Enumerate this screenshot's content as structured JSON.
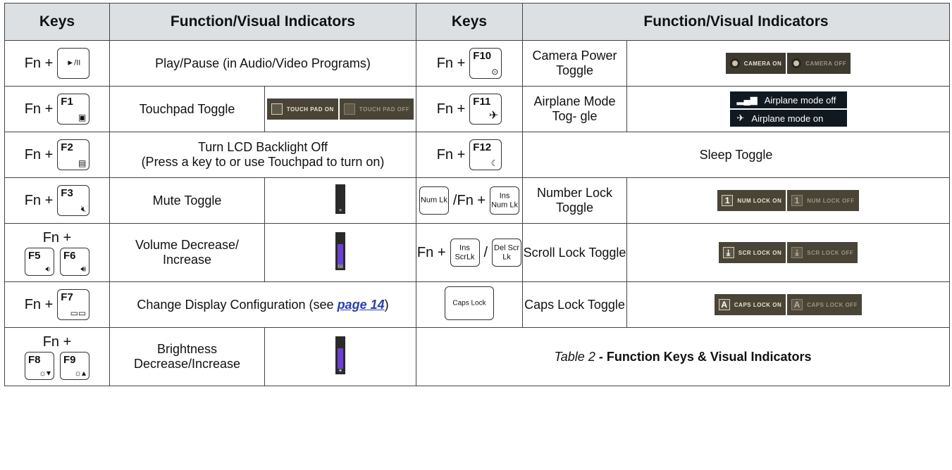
{
  "headers": {
    "keys": "Keys",
    "function": "Function/Visual Indicators"
  },
  "fn_prefix": "Fn +",
  "rows": {
    "play": {
      "key_icon": "►/II",
      "label": "Play/Pause (in Audio/Video Programs)"
    },
    "f1": {
      "key": "F1",
      "label": "Touchpad Toggle",
      "on": "TOUCH PAD ON",
      "off": "TOUCH PAD OFF"
    },
    "f2": {
      "key": "F2",
      "label_line1": "Turn LCD Backlight Off",
      "label_line2": "(Press a key to or use Touchpad to turn on)"
    },
    "f3": {
      "key": "F3",
      "label": "Mute Toggle",
      "bar_cap": "×",
      "level": 0
    },
    "f5f6": {
      "key_a": "F5",
      "key_b": "F6",
      "label": "Volume Decrease/ Increase",
      "bar_cap": "68",
      "level": 68
    },
    "f7": {
      "key": "F7",
      "label_prefix": "Change Display Configuration (see ",
      "link": "page 14",
      "label_suffix": ")"
    },
    "f8f9": {
      "key_a": "F8",
      "key_b": "F9",
      "label": "Brightness Decrease/Increase",
      "level": 70
    },
    "f10": {
      "key": "F10",
      "label": "Camera Power Toggle",
      "on": "CAMERA ON",
      "off": "CAMERA OFF"
    },
    "f11": {
      "key": "F11",
      "label": "Airplane Mode Tog- gle",
      "off": "Airplane mode off",
      "on": "Airplane mode on"
    },
    "f12": {
      "key": "F12",
      "label": "Sleep Toggle"
    },
    "numlk": {
      "key_a": "Num Lk",
      "sep": "/Fn +",
      "key_b": "Ins Num Lk",
      "label": "Number Lock Toggle",
      "on": "NUM LOCK ON",
      "off": "NUM LOCK OFF",
      "glyph": "1"
    },
    "scrlk": {
      "key_a": "Ins ScrLk",
      "sep": "/",
      "key_b": "Del Scr Lk",
      "label": "Scroll Lock Toggle",
      "on": "SCR LOCK ON",
      "off": "SCR LOCK OFF",
      "glyph": "⤓"
    },
    "caps": {
      "key": "Caps Lock",
      "label": "Caps Lock Toggle",
      "on": "CAPS LOCK ON",
      "off": "CAPS LOCK OFF",
      "glyph": "A"
    }
  },
  "caption": {
    "table_ref": "Table 2",
    "text": " - Function Keys & Visual Indicators"
  },
  "colors": {
    "header_bg": "#dde0e3",
    "indicator_bg": "#4a4436",
    "level_fill": "#6a3fd6",
    "link": "#2a3fb0"
  }
}
